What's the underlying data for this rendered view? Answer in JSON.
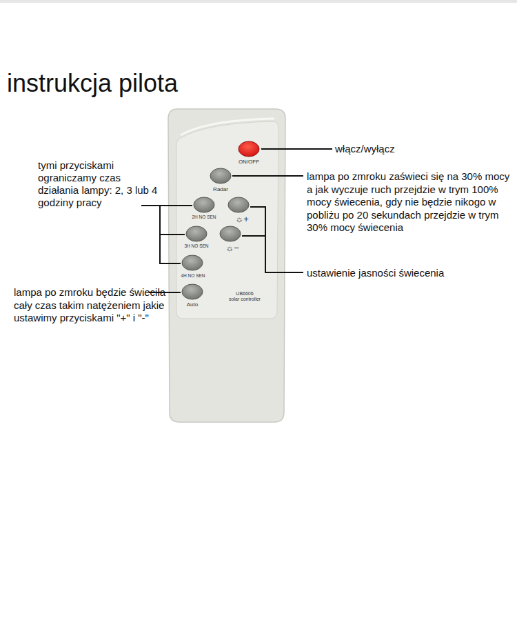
{
  "diagram": {
    "title": "instrukcja pilota",
    "labels": [
      "włącz/wyłącz",
      "lampa po zmroku zaświeci się na 30% mocy a jak wyczuje ruch przejdzie w trym 100% mocy świecenia, gdy nie będzie nikogo w pobliżu po 20 sekundach przejdzie w trym 30% mocy świecenia",
      "tymi przyciskami ograniczamy czas działania lampy: 2, 3 lub 4 godziny pracy",
      "ustawienie jasności świecenia",
      "lampa po zmroku będzie świeciła cały czas takim natężeniem jakie ustawimy przyciskami \"+\" i \"-\"",
      "ON/OFF",
      "Radar",
      "2H NO SEN",
      "☼+",
      "3H NO SEN",
      "☼−",
      "4H NO SEN",
      "Auto",
      "UB6606",
      "solar controller"
    ]
  }
}
